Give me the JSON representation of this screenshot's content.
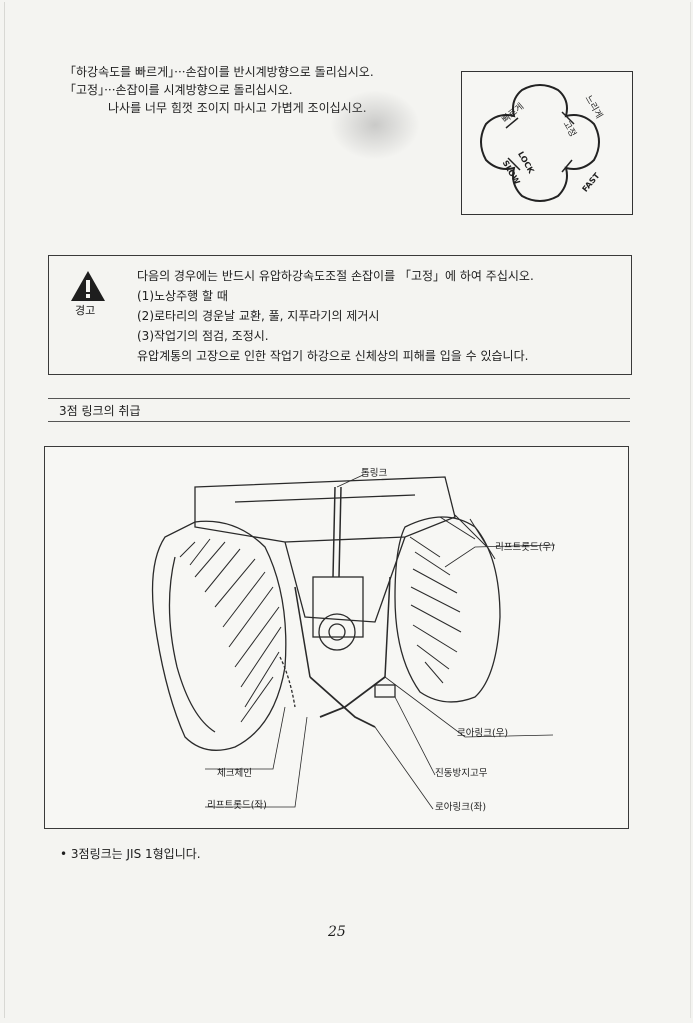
{
  "intro": {
    "line1": "「하강속도를 빠르게」···손잡이를 반시계방향으로 돌리십시오.",
    "line2": "「고정」···손잡이를 시계방향으로 돌리십시오.",
    "line3": "나사를 너무 힘껏 조이지 마시고 가볍게 조이십시오."
  },
  "knob": {
    "label_fast_left": "빠르게",
    "label_slow_right": "느리게",
    "label_lock_right": "고정",
    "label_slow": "SLOW",
    "label_lock": "LOCK",
    "label_fast": "FAST"
  },
  "warning": {
    "icon": "warning-triangle-icon",
    "label": "경고",
    "intro": "다음의 경우에는 반드시 유압하강속도조절 손잡이를 「고정」에 하여 주십시오.",
    "items": [
      "(1)노상주행 할 때",
      "(2)로타리의 경운날 교환,  풀,  지푸라기의 제거시",
      "(3)작업기의 점검,  조정시."
    ],
    "footer": "유압계통의 고장으로 인한 작업기 하강으로 신체상의 피해를 입을 수 있습니다."
  },
  "section": {
    "title": "3점 링크의 취급"
  },
  "figure": {
    "labels": {
      "top_link": "톱링크",
      "lift_rod_right": "리프트롯드(우)",
      "lower_link_right": "로아링크(우)",
      "check_chain": "체크체인",
      "anti_vibration_rubber": "진동방지고무",
      "lift_rod_left": "리프트롯드(좌)",
      "lower_link_left": "로아링크(좌)"
    }
  },
  "note": "• 3점링크는 JIS 1형입니다.",
  "page_number": "25"
}
